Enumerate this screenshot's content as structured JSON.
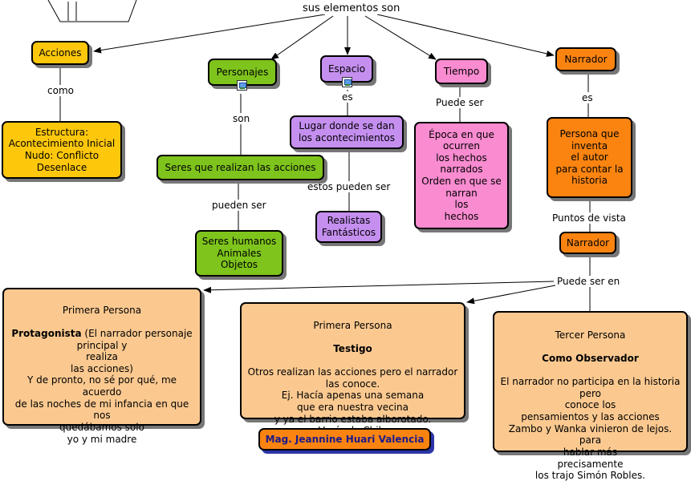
{
  "root_label": "sus elementos son",
  "nodes": {
    "acciones": "Acciones",
    "personajes": "Personajes",
    "espacio": "Espacio",
    "tiempo": "Tiempo",
    "narrador": "Narrador",
    "estructura": "Estructura:\nAcontecimiento Inicial\nNudo: Conflicto\nDesenlace",
    "seres": "Seres que realizan las acciones",
    "lugar": "Lugar donde se dan\nlos acontecimientos",
    "epoca": "Época en que\nocurren\nlos hechos\nnarrados\nOrden en que se\nnarran\nlos\nhechos",
    "persona": "Persona que\ninventa\nel autor\npara contar la\nhistoria",
    "humanos": "Seres humanos\nAnimales\nObjetos",
    "realistas": "Realistas\nFantásticos",
    "narrador2": "Narrador",
    "primera1": {
      "title": "Primera Persona",
      "bold": "Protagonista",
      "rest": " (El narrador personaje\nprincipal y\nrealiza\nlas acciones)\nY de pronto, no sé por qué, me\nacuerdo\nde las noches de mi infancia en que\nnos\nquedábamos solo\nyo y mi madre"
    },
    "primera2": {
      "title": "Primera Persona",
      "bold": "Testigo",
      "rest": "Otros realizan las acciones pero el narrador\nlas conoce.\nEj. Hacía apenas una semana\nque era nuestra vecina\ny ya el barrio estaba alborotado.\nVenía de Chile"
    },
    "tercera": {
      "title": "Tercer Persona",
      "bold": "Como Observador",
      "rest": "El narrador no participa en la historia\npero\nconoce los\npensamientos y las acciones\nZambo y Wanka vinieron de lejos.\npara\nhablar más\nprecisamente\nlos trajo  Simón Robles."
    },
    "author": "Mag. Jeannine Huari Valencia"
  },
  "links": {
    "como": "como",
    "son": "son",
    "es1": "es",
    "puede_ser": "Puede ser",
    "es2": "es",
    "pueden_ser": "pueden ser",
    "estos_pueden_ser": "estos pueden ser",
    "puntos_de_vista": "Puntos de vista",
    "puede_ser_en": "Puede ser en"
  },
  "icons": [
    "image-icon",
    "image-icon"
  ],
  "colors": {
    "yellow": "#fdc70c",
    "green": "#7ec41c",
    "purple": "#c58ff0",
    "pink": "#f98bd0",
    "orange": "#fb8411",
    "peach": "#fbc990"
  }
}
